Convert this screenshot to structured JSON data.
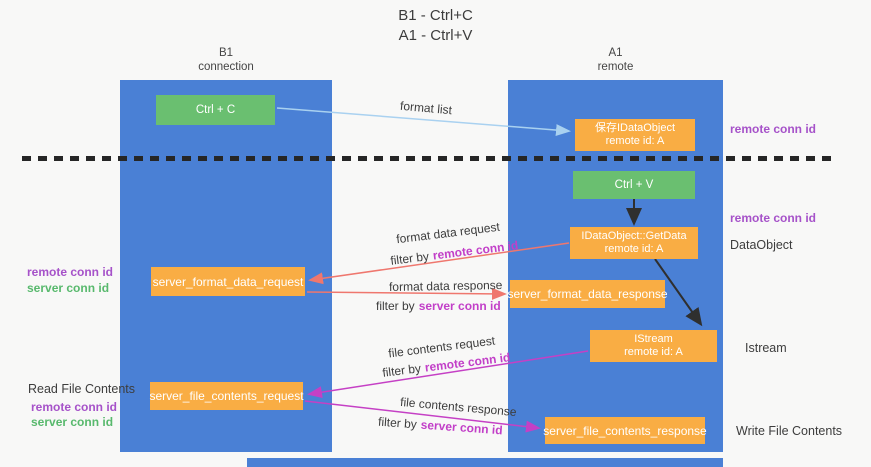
{
  "title": {
    "line1": "B1 - Ctrl+C",
    "line2": "A1 - Ctrl+V"
  },
  "lanes": {
    "left": {
      "name": "B1",
      "role": "connection"
    },
    "right": {
      "name": "A1",
      "role": "remote"
    }
  },
  "nodes": {
    "ctrl_c": {
      "label": "Ctrl + C"
    },
    "save_dataobject": {
      "line1": "保存IDataObject",
      "line2": "remote id: A"
    },
    "ctrl_v": {
      "label": "Ctrl + V"
    },
    "getdata": {
      "line1": "IDataObject::GetData",
      "line2": "remote id: A"
    },
    "server_format_data_request": {
      "label": "server_format_data_request"
    },
    "server_format_data_response": {
      "label": "server_format_data_response"
    },
    "istream": {
      "line1": "IStream",
      "line2": "remote id: A"
    },
    "server_file_contents_request": {
      "label": "server_file_contents_request"
    },
    "server_file_contents_response": {
      "label": "server_file_contents_response"
    }
  },
  "annotations": {
    "right_remote_conn_top": "remote conn id",
    "right_remote_conn_mid": "remote conn id",
    "dataobject": "DataObject",
    "istream": "Istream",
    "write_file_contents": "Write File Contents",
    "left_remote_conn_top": "remote conn id",
    "left_server_conn_top": "server conn id",
    "read_file_contents": "Read File Contents",
    "left_remote_conn_bottom": "remote conn id",
    "left_server_conn_bottom": "server conn id"
  },
  "flows": {
    "format_list": {
      "label": "format list"
    },
    "format_data_request": {
      "label": "format data request",
      "filter_prefix": "filter by",
      "filter_key": "remote conn id"
    },
    "format_data_response": {
      "label": "format data response",
      "filter_prefix": "filter by",
      "filter_key": "server conn id"
    },
    "file_contents_request": {
      "label": "file contents request",
      "filter_prefix": "filter by",
      "filter_key": "remote conn id"
    },
    "file_contents_response": {
      "label": "file contents response",
      "filter_prefix": "filter by",
      "filter_key": "server conn id"
    }
  },
  "colors": {
    "lane_blue": "#4a80d5",
    "box_green": "#6abf70",
    "box_orange": "#f9ad44",
    "purple_label": "#a652c9",
    "green_label": "#58b96d",
    "magenta_key": "#c23fc8",
    "arrow_light_blue": "#a9d1f0",
    "arrow_salmon": "#ef776e",
    "arrow_magenta": "#c540c5",
    "arrow_black": "#2f2f2f"
  }
}
